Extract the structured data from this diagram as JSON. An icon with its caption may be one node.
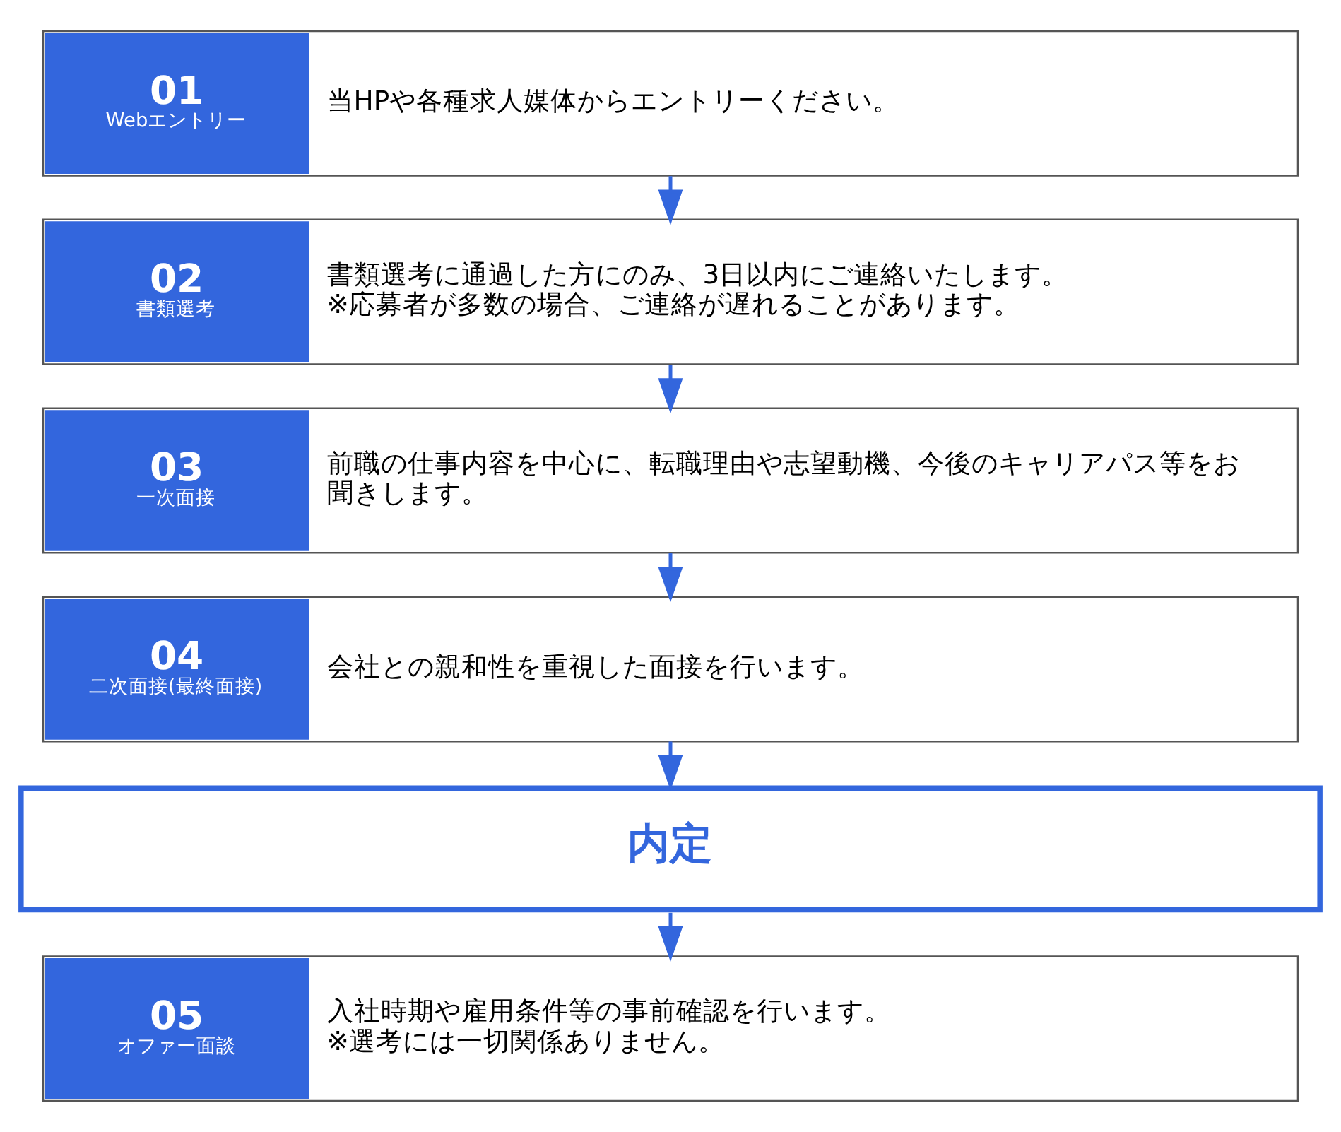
{
  "diagram": {
    "nodes": [
      {
        "text": [
          "01",
          "Webエントリー",
          "当HPや各種求人媒体からエントリーください。"
        ]
      },
      {
        "text": [
          "02",
          "書類選考",
          "書類選考に通過した方にのみ、3日以内にご連絡いたします。 ※応募者が多数の場合、ご連絡が遅れることがあります。"
        ]
      },
      {
        "text": [
          "03",
          "一次面接",
          "前職の仕事内容を中心に、転職理由や志望動機、今後のキャリアパス等をお聞きします。"
        ]
      },
      {
        "text": [
          "04",
          "二次面接(最終面接)",
          "会社との親和性を重視した面接を行います。"
        ]
      },
      {
        "text": [
          "内定"
        ]
      },
      {
        "text": [
          "05",
          "オファー面談",
          "入社時期や雇用条件等の事前確認を行います。 ※選考には一切関係ありません。"
        ]
      }
    ],
    "edges": [
      {
        "from": 0,
        "to": 1,
        "arrow": "to"
      },
      {
        "from": 1,
        "to": 2,
        "arrow": "to"
      },
      {
        "from": 2,
        "to": 3,
        "arrow": "to"
      },
      {
        "from": 3,
        "to": 4,
        "arrow": "to"
      },
      {
        "from": 4,
        "to": 5,
        "arrow": "to"
      }
    ]
  }
}
